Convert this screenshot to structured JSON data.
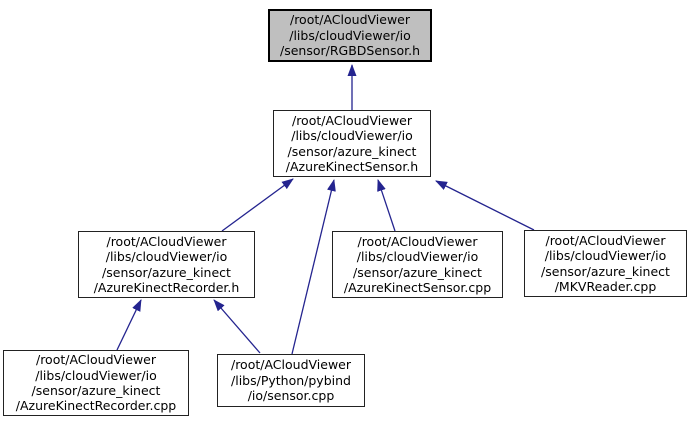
{
  "diagram": {
    "nodes": [
      {
        "id": "rgbdsensor-h",
        "label": "/root/ACloudViewer\n/libs/cloudViewer/io\n/sensor/RGBDSensor.h",
        "highlighted": true
      },
      {
        "id": "azurekinectsensor-h",
        "label": "/root/ACloudViewer\n/libs/cloudViewer/io\n/sensor/azure_kinect\n/AzureKinectSensor.h",
        "highlighted": false
      },
      {
        "id": "azurekinectrecorder-h",
        "label": "/root/ACloudViewer\n/libs/cloudViewer/io\n/sensor/azure_kinect\n/AzureKinectRecorder.h",
        "highlighted": false
      },
      {
        "id": "azurekinectsensor-cpp",
        "label": "/root/ACloudViewer\n/libs/cloudViewer/io\n/sensor/azure_kinect\n/AzureKinectSensor.cpp",
        "highlighted": false
      },
      {
        "id": "mkvreader-cpp",
        "label": "/root/ACloudViewer\n/libs/cloudViewer/io\n/sensor/azure_kinect\n/MKVReader.cpp",
        "highlighted": false
      },
      {
        "id": "azurekinectrecorder-cpp",
        "label": "/root/ACloudViewer\n/libs/cloudViewer/io\n/sensor/azure_kinect\n/AzureKinectRecorder.cpp",
        "highlighted": false
      },
      {
        "id": "pybind-io-sensor-cpp",
        "label": "/root/ACloudViewer\n/libs/Python/pybind\n/io/sensor.cpp",
        "highlighted": false
      }
    ],
    "edges": [
      {
        "from": "azurekinectsensor-h",
        "to": "rgbdsensor-h"
      },
      {
        "from": "azurekinectrecorder-h",
        "to": "azurekinectsensor-h"
      },
      {
        "from": "pybind-io-sensor-cpp",
        "to": "azurekinectsensor-h"
      },
      {
        "from": "azurekinectsensor-cpp",
        "to": "azurekinectsensor-h"
      },
      {
        "from": "mkvreader-cpp",
        "to": "azurekinectsensor-h"
      },
      {
        "from": "azurekinectrecorder-cpp",
        "to": "azurekinectrecorder-h"
      },
      {
        "from": "pybind-io-sensor-cpp",
        "to": "azurekinectrecorder-h"
      }
    ],
    "colors": {
      "arrow": "#24248f",
      "arrow_head": "#191970",
      "highlight_fill": "#bfbfbf",
      "node_fill": "#ffffff",
      "node_border": "#222222",
      "text": "#000000",
      "background": "#ffffff"
    }
  }
}
